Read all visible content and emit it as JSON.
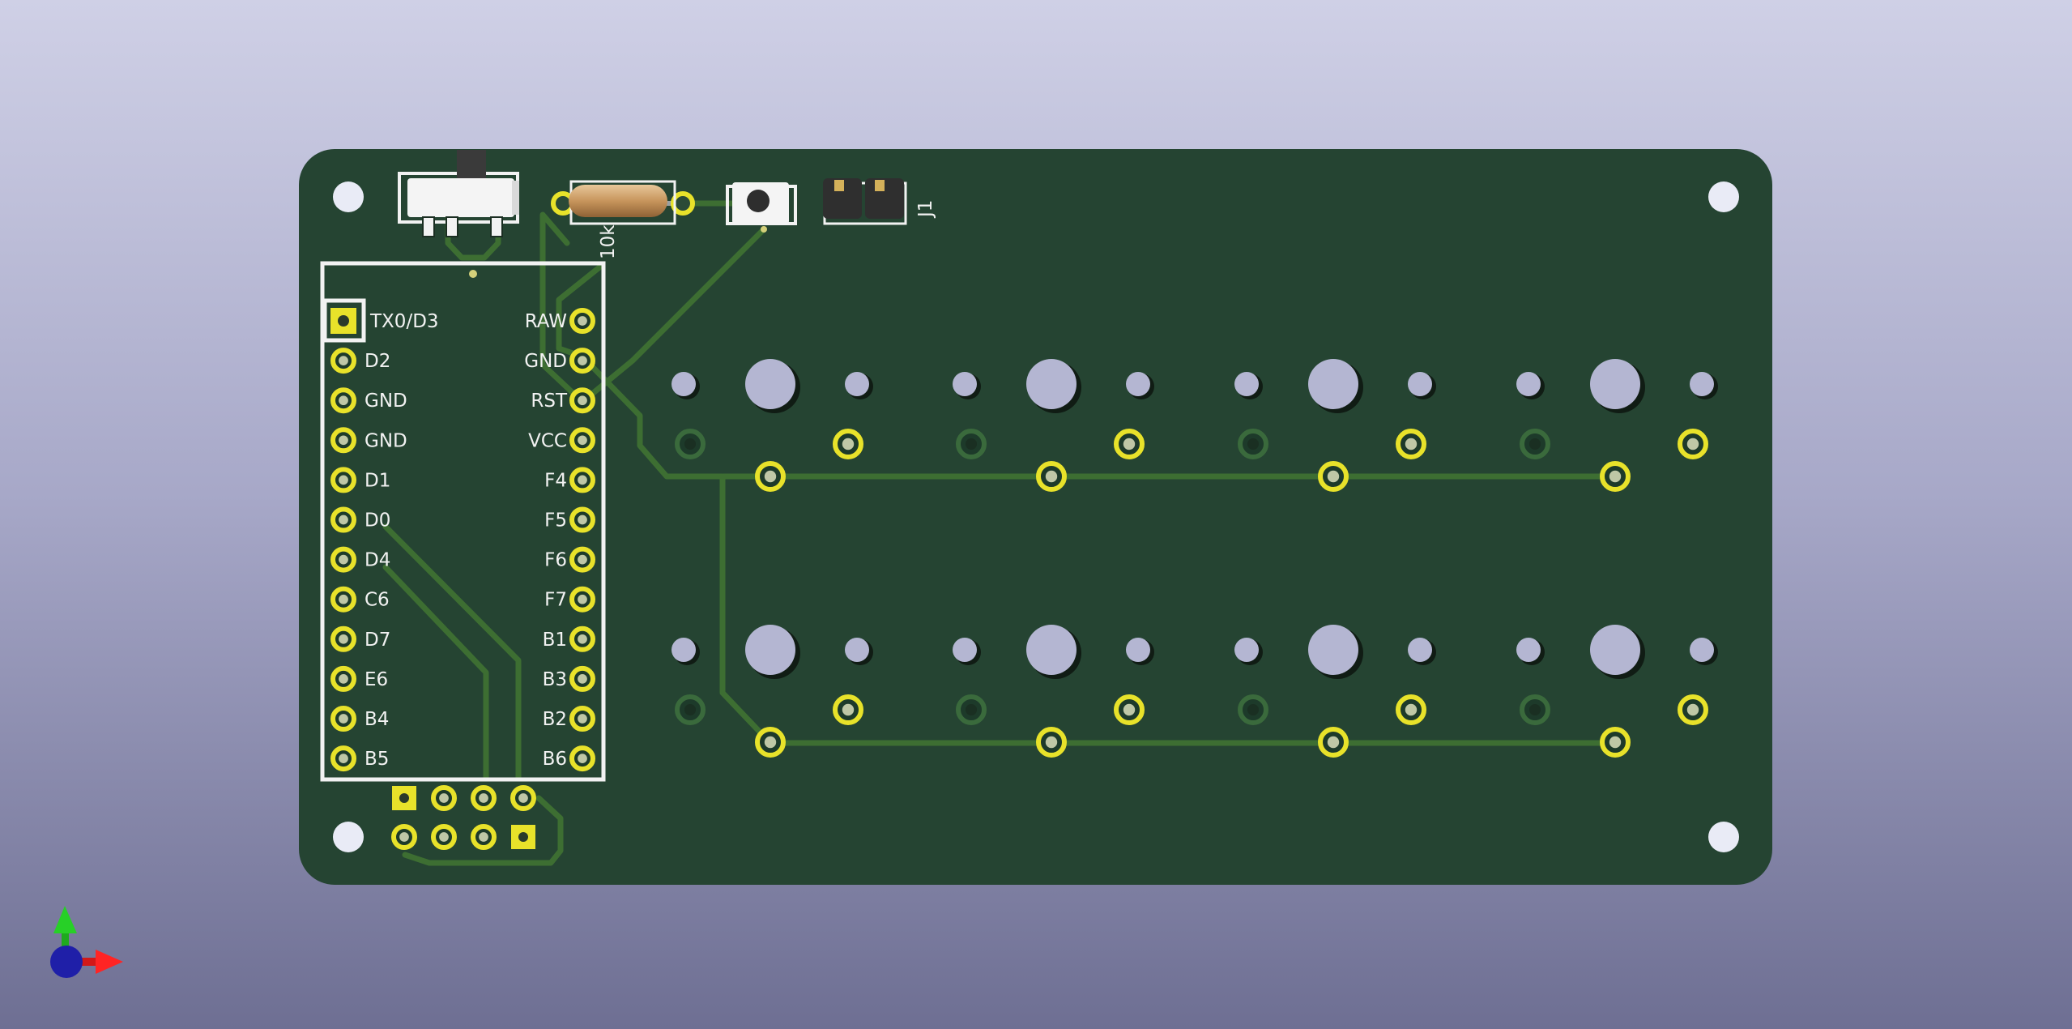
{
  "viewer": {
    "mode": "3D board view"
  },
  "colors": {
    "board": "#254432",
    "trace": "#3d6e32",
    "pad_ring": "#e8e22a",
    "silkscreen": "#f2f2f2",
    "background_top": "#cfd0e6",
    "background_bottom": "#6e6f93"
  },
  "board": {
    "mcu": {
      "left_pins": [
        "TX0/D3",
        "D2",
        "GND",
        "GND",
        "D1",
        "D0",
        "D4",
        "C6",
        "D7",
        "E6",
        "B4",
        "B5"
      ],
      "right_pins": [
        "RAW",
        "GND",
        "RST",
        "VCC",
        "F4",
        "F5",
        "F6",
        "F7",
        "B1",
        "B3",
        "B2",
        "B6"
      ]
    },
    "resistor_label": "10k",
    "jumper_label": "J1",
    "switch_rows": 2,
    "switch_columns": 4
  },
  "axis_gizmo": {
    "icon": "xyz-axis-icon"
  }
}
